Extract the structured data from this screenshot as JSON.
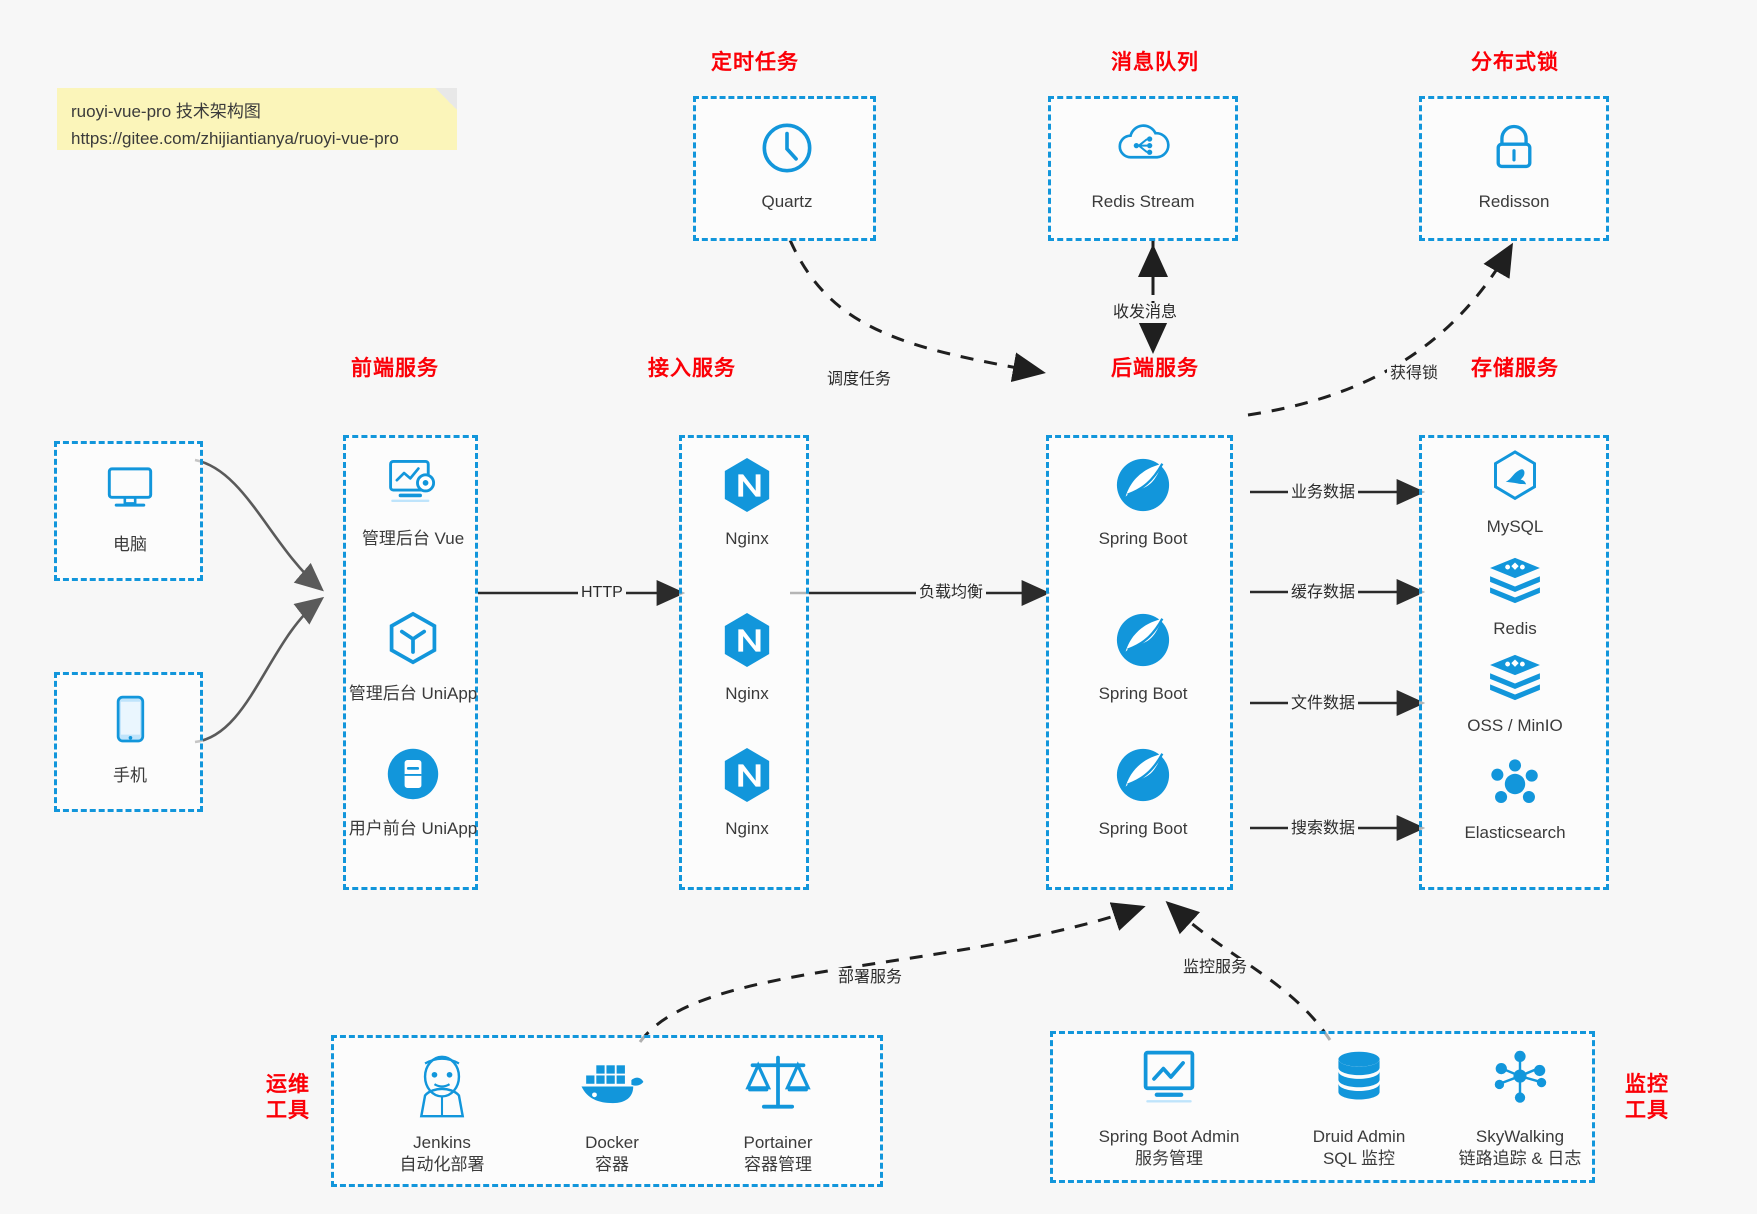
{
  "note": {
    "line1": "ruoyi-vue-pro 技术架构图",
    "line2": "https://gitee.com/zhijiantianya/ruoyi-vue-pro"
  },
  "colors": {
    "accent_blue": "#1296db",
    "group_title_red": "#fb0007",
    "text": "#3b3b3b",
    "background": "#f7f7f7",
    "note_yellow": "#fbf5ba",
    "arrow_solid": "#2b2b2b",
    "arrow_curve_gray": "#5a5a5a"
  },
  "groups": {
    "scheduled_task": {
      "title": "定时任务",
      "items": [
        {
          "label": "Quartz",
          "icon": "clock-icon"
        }
      ]
    },
    "message_queue": {
      "title": "消息队列",
      "items": [
        {
          "label": "Redis Stream",
          "icon": "cloud-stream-icon"
        }
      ]
    },
    "distributed_lock": {
      "title": "分布式锁",
      "items": [
        {
          "label": "Redisson",
          "icon": "lock-icon"
        }
      ]
    },
    "clients": {
      "items": [
        {
          "label": "电脑",
          "icon": "desktop-icon"
        },
        {
          "label": "手机",
          "icon": "mobile-icon"
        }
      ]
    },
    "frontend": {
      "title": "前端服务",
      "items": [
        {
          "label": "管理后台 Vue",
          "icon": "dashboard-icon"
        },
        {
          "label": "管理后台 UniApp",
          "icon": "cube-icon"
        },
        {
          "label": "用户前台 UniApp",
          "icon": "app-icon"
        }
      ]
    },
    "gateway": {
      "title": "接入服务",
      "items": [
        {
          "label": "Nginx",
          "icon": "nginx-icon"
        },
        {
          "label": "Nginx",
          "icon": "nginx-icon"
        },
        {
          "label": "Nginx",
          "icon": "nginx-icon"
        }
      ]
    },
    "backend": {
      "title": "后端服务",
      "items": [
        {
          "label": "Spring Boot",
          "icon": "spring-boot-icon"
        },
        {
          "label": "Spring Boot",
          "icon": "spring-boot-icon"
        },
        {
          "label": "Spring Boot",
          "icon": "spring-boot-icon"
        }
      ]
    },
    "storage": {
      "title": "存储服务",
      "items": [
        {
          "label": "MySQL",
          "icon": "mysql-icon"
        },
        {
          "label": "Redis",
          "icon": "redis-icon"
        },
        {
          "label": "OSS / MinIO",
          "icon": "redis-icon"
        },
        {
          "label": "Elasticsearch",
          "icon": "elasticsearch-icon"
        }
      ]
    },
    "devops": {
      "title_line1": "运维",
      "title_line2": "工具",
      "items": [
        {
          "label": "Jenkins",
          "sub": "自动化部署",
          "icon": "jenkins-icon"
        },
        {
          "label": "Docker",
          "sub": "容器",
          "icon": "docker-icon"
        },
        {
          "label": "Portainer",
          "sub": "容器管理",
          "icon": "scales-icon"
        }
      ]
    },
    "monitor": {
      "title_line1": "监控",
      "title_line2": "工具",
      "items": [
        {
          "label": "Spring Boot Admin",
          "sub": "服务管理",
          "icon": "monitor-chart-icon"
        },
        {
          "label": "Druid Admin",
          "sub": "SQL 监控",
          "icon": "database-icon"
        },
        {
          "label": "SkyWalking",
          "sub": "链路追踪 & 日志",
          "icon": "skywalking-icon"
        }
      ]
    }
  },
  "edges": [
    {
      "id": "http",
      "label": "HTTP"
    },
    {
      "id": "load-balance",
      "label": "负载均衡"
    },
    {
      "id": "schedule-task",
      "label": "调度任务"
    },
    {
      "id": "send-receive-message",
      "label": "收发消息"
    },
    {
      "id": "acquire-lock",
      "label": "获得锁"
    },
    {
      "id": "business-data",
      "label": "业务数据"
    },
    {
      "id": "cache-data",
      "label": "缓存数据"
    },
    {
      "id": "file-data",
      "label": "文件数据"
    },
    {
      "id": "search-data",
      "label": "搜索数据"
    },
    {
      "id": "deploy-service",
      "label": "部署服务"
    },
    {
      "id": "monitor-service",
      "label": "监控服务"
    }
  ]
}
